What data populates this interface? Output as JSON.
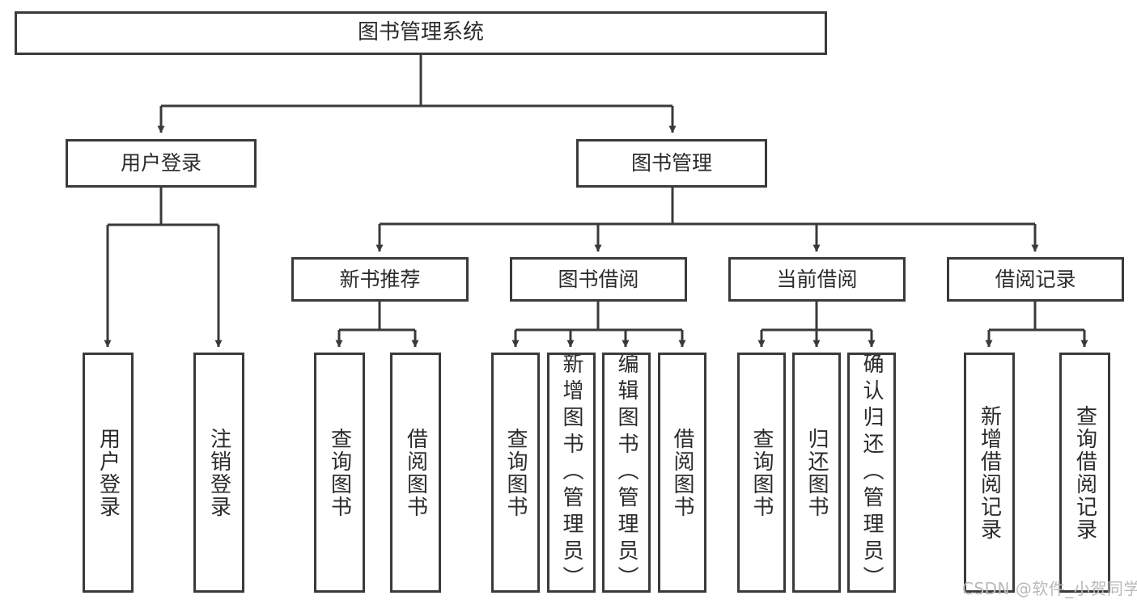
{
  "diagram": {
    "title": "图书管理系统",
    "type": "hierarchy-tree",
    "background_color": "#ffffff",
    "box_border_color": "#3a3a3a",
    "text_color": "#2b2b2b",
    "connector_color": "#3a3a3a"
  },
  "nodes": {
    "root": {
      "label": "图书管理系统"
    },
    "level2": [
      {
        "label": "用户登录"
      },
      {
        "label": "图书管理"
      }
    ],
    "level3": [
      {
        "label": "新书推荐"
      },
      {
        "label": "图书借阅"
      },
      {
        "label": "当前借阅"
      },
      {
        "label": "借阅记录"
      }
    ],
    "leaves": {
      "user_login": [
        {
          "label": "用户登录"
        },
        {
          "label": "注销登录"
        }
      ],
      "new_book_recommend": [
        {
          "label": "查询图书"
        },
        {
          "label": "借阅图书"
        }
      ],
      "book_borrow": [
        {
          "label": "查询图书"
        },
        {
          "label": "新增图书（管理员）"
        },
        {
          "label": "编辑图书（管理员）"
        },
        {
          "label": "借阅图书"
        }
      ],
      "current_borrow": [
        {
          "label": "查询图书"
        },
        {
          "label": "归还图书"
        },
        {
          "label": "确认归还（管理员）"
        }
      ],
      "borrow_record": [
        {
          "label": "新增借阅记录"
        },
        {
          "label": "查询借阅记录"
        }
      ]
    }
  },
  "watermark": {
    "text": "CSDN @软件_小贺同学"
  }
}
